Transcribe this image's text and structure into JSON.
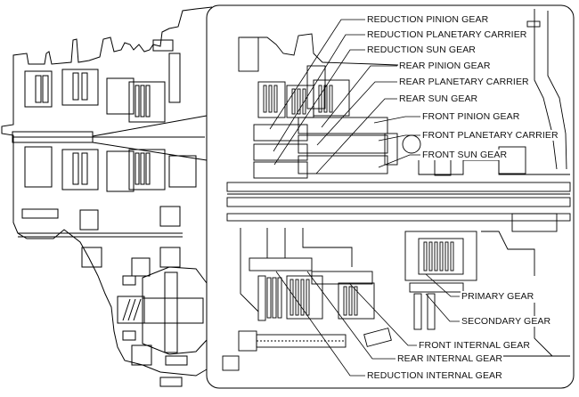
{
  "diagram": {
    "subject": "Automatic transaxle cross-section with enlarged planetary gear detail",
    "callouts": [
      {
        "id": "reduction-pinion-gear",
        "label": "REDUCTION PINION GEAR"
      },
      {
        "id": "reduction-planetary-carrier",
        "label": "REDUCTION PLANETARY CARRIER"
      },
      {
        "id": "reduction-sun-gear",
        "label": "REDUCTION SUN GEAR"
      },
      {
        "id": "rear-pinion-gear",
        "label": "REAR PINION GEAR"
      },
      {
        "id": "rear-planetary-carrier",
        "label": "REAR PLANETARY CARRIER"
      },
      {
        "id": "rear-sun-gear",
        "label": "REAR SUN GEAR"
      },
      {
        "id": "front-pinion-gear",
        "label": "FRONT PINION GEAR"
      },
      {
        "id": "front-planetary-carrier",
        "label": "FRONT PLANETARY CARRIER"
      },
      {
        "id": "front-sun-gear",
        "label": "FRONT SUN GEAR"
      },
      {
        "id": "primary-gear",
        "label": "PRIMARY GEAR"
      },
      {
        "id": "secondary-gear",
        "label": "SECONDARY GEAR"
      },
      {
        "id": "front-internal-gear",
        "label": "FRONT INTERNAL GEAR"
      },
      {
        "id": "rear-internal-gear",
        "label": "REAR INTERNAL GEAR"
      },
      {
        "id": "reduction-internal-gear",
        "label": "REDUCTION INTERNAL GEAR"
      }
    ]
  }
}
